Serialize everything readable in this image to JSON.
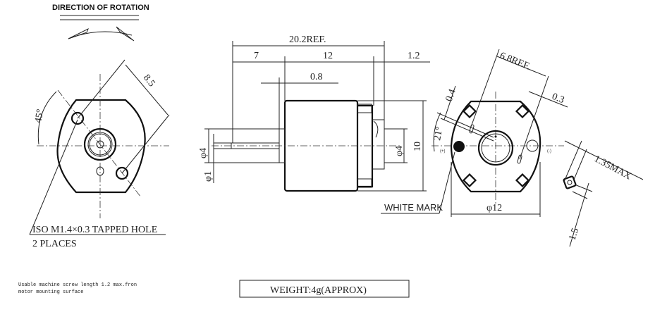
{
  "title": "DIRECTION OF ROTATION",
  "front_view": {
    "angle_label": "45°",
    "hole_spacing": "8.5",
    "note_line1": "ISO M1.4×0.3 TAPPED HOLE",
    "note_line2": "2 PLACES"
  },
  "side_view": {
    "overall": "20.2REF.",
    "shaft_length": "7",
    "body_length": "12",
    "terminal_length": "1.2",
    "flange": "0.8",
    "boss_dia": "φ4",
    "shaft_dia": "φ1",
    "rear_boss_dia": "φ4",
    "body_height": "10"
  },
  "rear_view": {
    "terminal_span": "6.8REF.",
    "gap_left": "0.4",
    "gap_right": "0.3",
    "angle": "21°",
    "plus_label": "(+)",
    "minus_label": "(-)",
    "white_mark": "WHITE MARK",
    "diameter": "φ12"
  },
  "terminal_detail": {
    "thickness": "1.35MAX",
    "width": "1.5"
  },
  "screw_note_line1": "Usable machine screw length 1.2 max.fron",
  "screw_note_line2": "motor mounting surface",
  "weight": "WEIGHT:4g(APPROX)"
}
